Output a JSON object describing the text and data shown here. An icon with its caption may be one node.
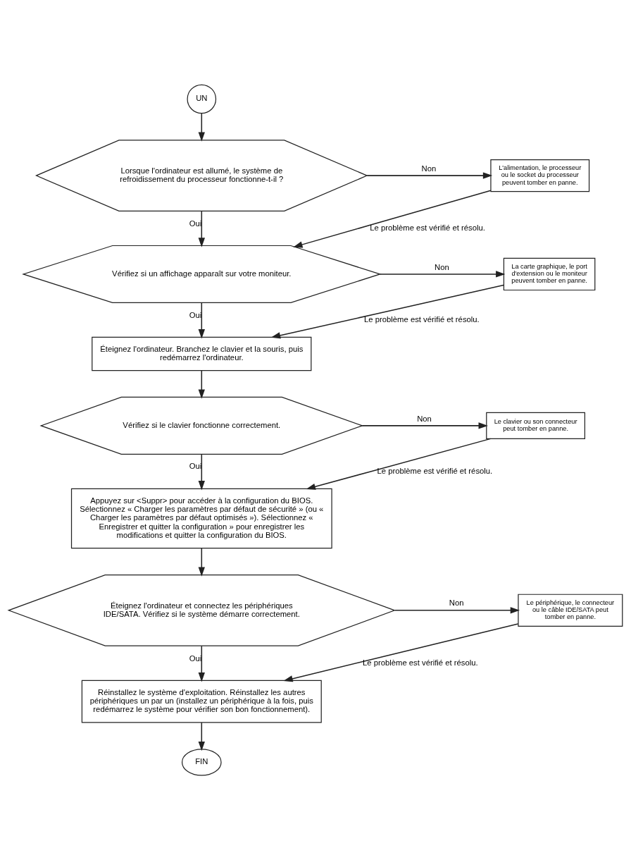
{
  "diagram": {
    "nodes": [
      {
        "text": [
          "UN"
        ]
      },
      {
        "text": [
          "Lorsque l'ordinateur est allumé, le système de refroidissement du processeur fonctionne-t-il ?"
        ]
      },
      {
        "text": [
          "L'alimentation, le processeur ou le socket du processeur peuvent tomber en panne."
        ]
      },
      {
        "text": [
          "Vérifiez si un affichage apparaît sur votre moniteur."
        ]
      },
      {
        "text": [
          "La carte graphique, le port d'extension ou le moniteur peuvent tomber en panne."
        ]
      },
      {
        "text": [
          "Éteignez l'ordinateur. Branchez le clavier et la souris, puis redémarrez l'ordinateur."
        ]
      },
      {
        "text": [
          "Vérifiez si le clavier fonctionne correctement."
        ]
      },
      {
        "text": [
          "Le clavier ou son connecteur peut tomber en panne."
        ]
      },
      {
        "text": [
          "Appuyez sur <Suppr> pour accéder à la configuration du BIOS. Sélectionnez « Charger les paramètres par défaut de sécurité » (ou « Charger les paramètres par défaut optimisés »). Sélectionnez « Enregistrer et quitter la configuration » pour enregistrer les modifications et quitter la configuration du BIOS."
        ]
      },
      {
        "text": [
          "Éteignez l'ordinateur et connectez les périphériques IDE/SATA. Vérifiez si le système démarre correctement."
        ]
      },
      {
        "text": [
          "Le périphérique, le connecteur ou le câble IDE/SATA peut tomber en panne."
        ]
      },
      {
        "text": [
          "Réinstallez le système d'exploitation. Réinstallez les autres périphériques un par un (installez un périphérique à la fois, puis redémarrez le système pour vérifier son bon fonctionnement)."
        ]
      },
      {
        "text": [
          "FIN"
        ]
      }
    ],
    "edges": [
      {
        "from": 0,
        "to": 1,
        "arrow": "to"
      },
      {
        "from": 1,
        "to": 2,
        "arrow": "to",
        "label": "Non"
      },
      {
        "from": 1,
        "to": 3,
        "arrow": "to",
        "label": "Oui"
      },
      {
        "from": 2,
        "to": 3,
        "arrow": "to",
        "label": "Le problème est vérifié et résolu."
      },
      {
        "from": 3,
        "to": 4,
        "arrow": "to",
        "label": "Non"
      },
      {
        "from": 3,
        "to": 5,
        "arrow": "to",
        "label": "Oui"
      },
      {
        "from": 4,
        "to": 5,
        "arrow": "to",
        "label": "Le problème est vérifié et résolu."
      },
      {
        "from": 5,
        "to": 6,
        "arrow": "to"
      },
      {
        "from": 6,
        "to": 7,
        "arrow": "to",
        "label": "Non"
      },
      {
        "from": 6,
        "to": 8,
        "arrow": "to",
        "label": "Oui"
      },
      {
        "from": 7,
        "to": 8,
        "arrow": "to",
        "label": "Le problème est vérifié et résolu."
      },
      {
        "from": 8,
        "to": 9,
        "arrow": "to"
      },
      {
        "from": 9,
        "to": 10,
        "arrow": "to",
        "label": "Non"
      },
      {
        "from": 9,
        "to": 11,
        "arrow": "to",
        "label": "Oui"
      },
      {
        "from": 10,
        "to": 11,
        "arrow": "to",
        "label": "Le problème est vérifié et résolu."
      },
      {
        "from": 11,
        "to": 12,
        "arrow": "to"
      }
    ]
  }
}
